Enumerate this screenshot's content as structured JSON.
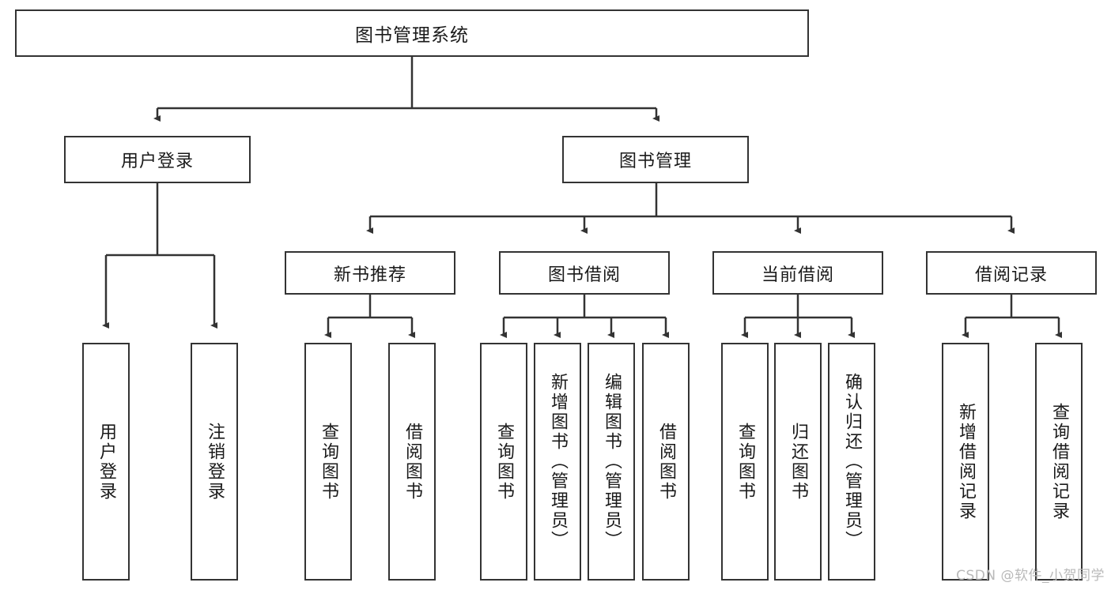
{
  "diagram": {
    "title": "图书管理系统",
    "type": "tree-hierarchy-diagram",
    "watermark": "CSDN @软件_小贺同学",
    "colors": {
      "box_border": "#333333",
      "box_fill": "#ffffff",
      "edge": "#333333",
      "text": "#1a1a1a",
      "watermark": "#b9b9b9",
      "background": "#ffffff"
    },
    "root": {
      "label": "图书管理系统"
    },
    "level2": [
      {
        "label": "用户登录"
      },
      {
        "label": "图书管理"
      }
    ],
    "level3": [
      {
        "label": "新书推荐"
      },
      {
        "label": "图书借阅"
      },
      {
        "label": "当前借阅"
      },
      {
        "label": "借阅记录"
      }
    ],
    "leaves": {
      "user_login": [
        {
          "label": "用户登录"
        },
        {
          "label": "注销登录"
        }
      ],
      "new_book_recommend": [
        {
          "label": "查询图书"
        },
        {
          "label": "借阅图书"
        }
      ],
      "book_borrow": [
        {
          "label": "查询图书"
        },
        {
          "label": "新增图书（管理员）"
        },
        {
          "label": "编辑图书（管理员）"
        },
        {
          "label": "借阅图书"
        }
      ],
      "current_borrow": [
        {
          "label": "查询图书"
        },
        {
          "label": "归还图书"
        },
        {
          "label": "确认归还（管理员）"
        }
      ],
      "borrow_record": [
        {
          "label": "新增借阅记录"
        },
        {
          "label": "查询借阅记录"
        }
      ]
    }
  }
}
